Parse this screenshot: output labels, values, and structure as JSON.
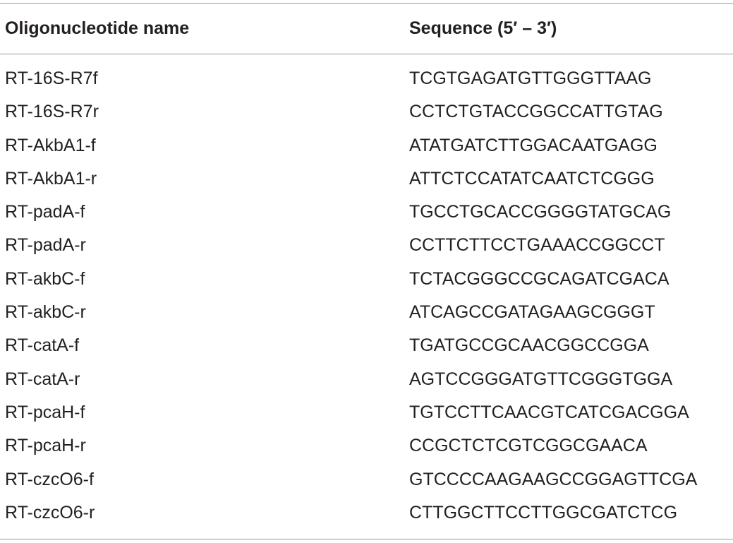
{
  "table": {
    "headers": {
      "name": "Oligonucleotide name",
      "sequence": "Sequence (5′ – 3′)"
    },
    "rows": [
      {
        "name": "RT-16S-R7f",
        "sequence": "TCGTGAGATGTTGGGTTAAG"
      },
      {
        "name": "RT-16S-R7r",
        "sequence": "CCTCTGTACCGGCCATTGTAG"
      },
      {
        "name": "RT-AkbA1-f",
        "sequence": "ATATGATCTTGGACAATGAGG"
      },
      {
        "name": "RT-AkbA1-r",
        "sequence": "ATTCTCCATATCAATCTCGGG"
      },
      {
        "name": "RT-padA-f",
        "sequence": "TGCCTGCACCGGGGTATGCAG"
      },
      {
        "name": "RT-padA-r",
        "sequence": "CCTTCTTCCTGAAACCGGCCT"
      },
      {
        "name": "RT-akbC-f",
        "sequence": "TCTACGGGCCGCAGATCGACA"
      },
      {
        "name": "RT-akbC-r",
        "sequence": "ATCAGCCGATAGAAGCGGGT"
      },
      {
        "name": "RT-catA-f",
        "sequence": "TGATGCCGCAACGGCCGGA"
      },
      {
        "name": "RT-catA-r",
        "sequence": "AGTCCGGGATGTTCGGGTGGA"
      },
      {
        "name": "RT-pcaH-f",
        "sequence": "TGTCCTTCAACGTCATCGACGGA"
      },
      {
        "name": "RT-pcaH-r",
        "sequence": "CCGCTCTCGTCGGCGAACA"
      },
      {
        "name": "RT-czcO6-f",
        "sequence": "GTCCCCAAGAAGCCGGAGTTCGA"
      },
      {
        "name": "RT-czcO6-r",
        "sequence": "CTTGGCTTCCTTGGCGATCTCG"
      }
    ]
  }
}
